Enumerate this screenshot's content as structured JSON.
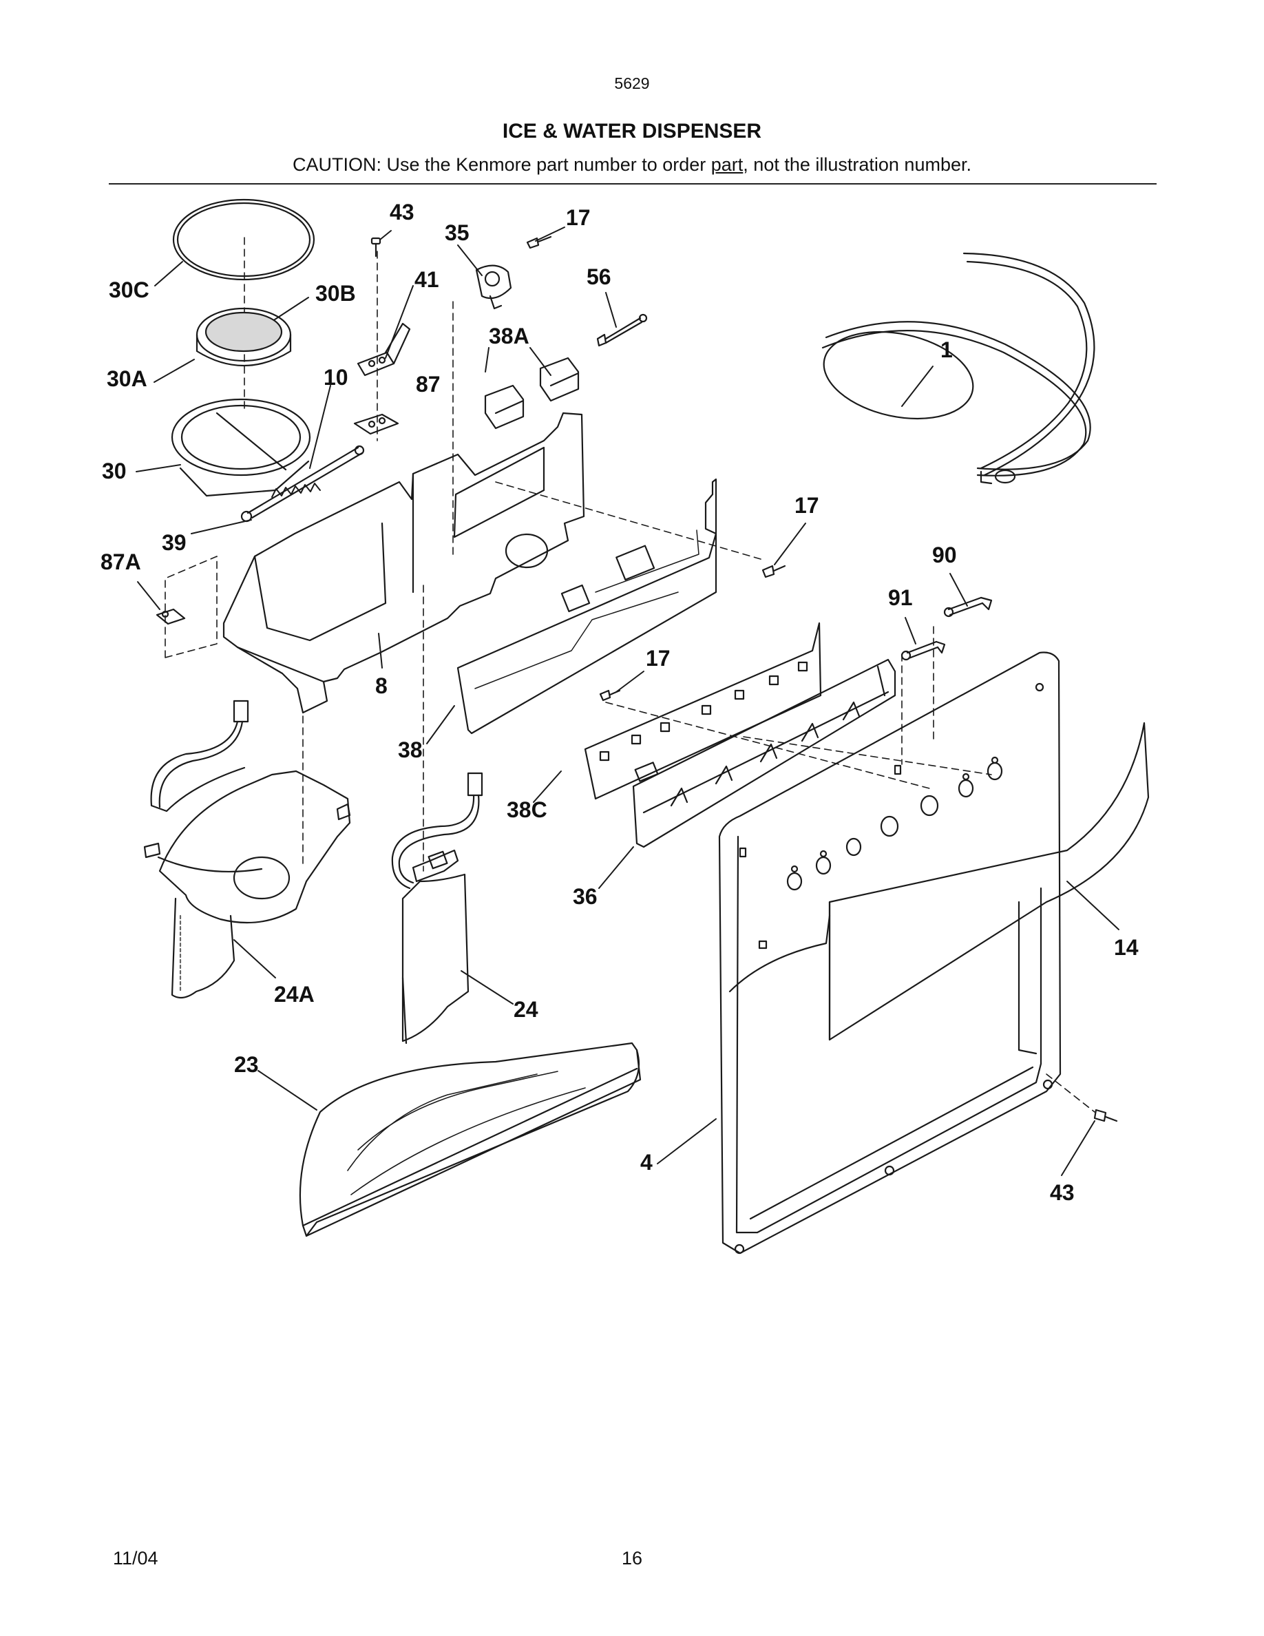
{
  "header": {
    "page_code": "5629",
    "title": "ICE & WATER DISPENSER",
    "caution_pre": "CAUTION: Use the Kenmore part number to order ",
    "caution_underlined": "part",
    "caution_post": ", not the illustration number."
  },
  "callouts": {
    "c43a": "43",
    "c35": "35",
    "c17a": "17",
    "c56": "56",
    "c41": "41",
    "c30c": "30C",
    "c30b": "30B",
    "c38a": "38A",
    "c1": "1",
    "c30a": "30A",
    "c10": "10",
    "c87": "87",
    "c30": "30",
    "c39": "39",
    "c87a": "87A",
    "c17b": "17",
    "c90": "90",
    "c91": "91",
    "c17c": "17",
    "c8": "8",
    "c38": "38",
    "c38c": "38C",
    "c36": "36",
    "c14": "14",
    "c24a": "24A",
    "c24": "24",
    "c23": "23",
    "c4": "4",
    "c43b": "43"
  },
  "footer": {
    "date": "11/04",
    "page": "16"
  }
}
